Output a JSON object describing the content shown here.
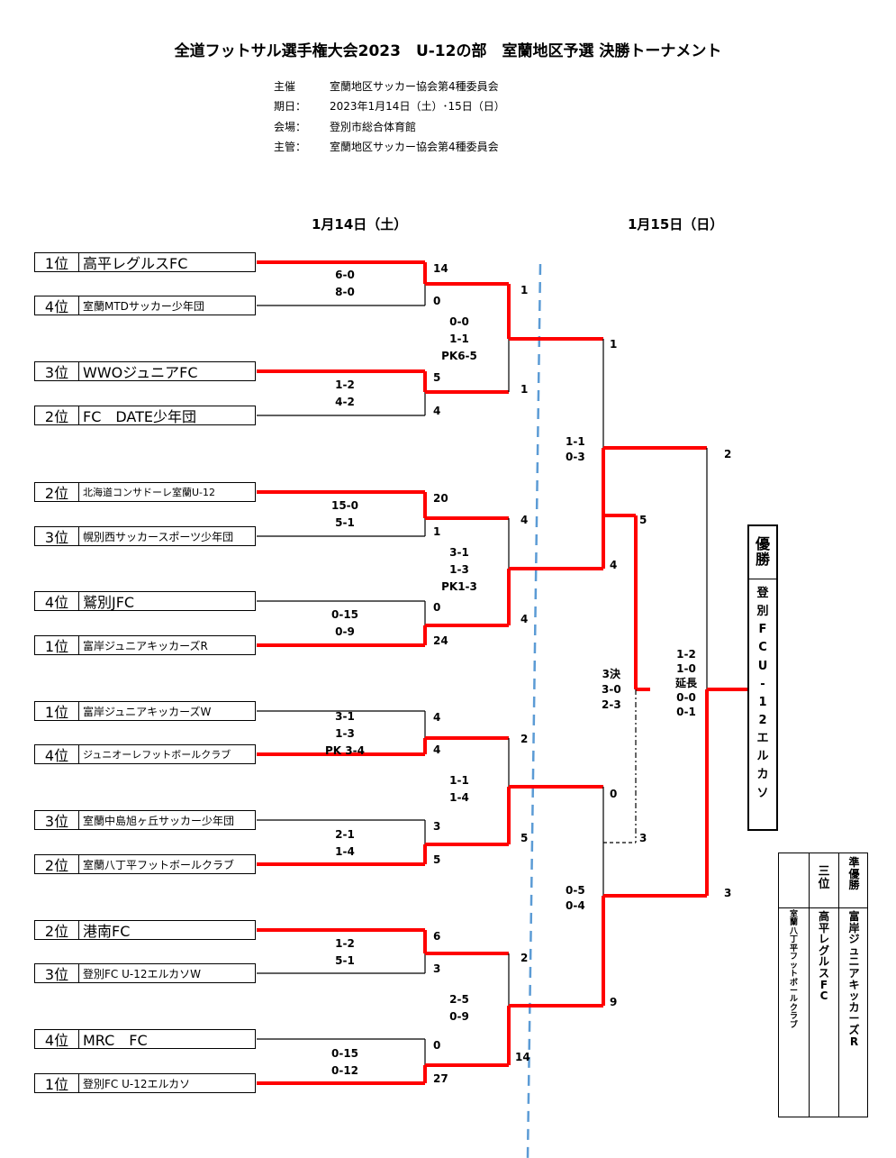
{
  "title": "全道フットサル選手権大会2023　U-12の部　室蘭地区予選 決勝トーナメント",
  "info": [
    {
      "k": "主催",
      "v": "室蘭地区サッカー協会第4種委員会"
    },
    {
      "k": "期日：",
      "v": "2023年1月14日（土）･15日（日）"
    },
    {
      "k": "会場：",
      "v": "登別市総合体育館"
    },
    {
      "k": "主管：",
      "v": "室蘭地区サッカー協会第4種委員会"
    }
  ],
  "days": {
    "day1": "1月14日（土）",
    "day2": "1月15日（日）"
  },
  "teams": [
    {
      "rank": "1位",
      "name": "高平レグルスFC"
    },
    {
      "rank": "4位",
      "name": "室蘭MTDサッカー少年団"
    },
    {
      "rank": "3位",
      "name": "WWOジュニアFC"
    },
    {
      "rank": "2位",
      "name": "FC　DATE少年団"
    },
    {
      "rank": "2位",
      "name": "北海道コンサドーレ室蘭U-12"
    },
    {
      "rank": "3位",
      "name": "幌別西サッカースポーツ少年団"
    },
    {
      "rank": "4位",
      "name": "鷲別JFC"
    },
    {
      "rank": "1位",
      "name": "富岸ジュニアキッカーズR"
    },
    {
      "rank": "1位",
      "name": "富岸ジュニアキッカーズW"
    },
    {
      "rank": "4位",
      "name": "ジュニオーレフットボールクラブ"
    },
    {
      "rank": "3位",
      "name": "室蘭中島旭ヶ丘サッカー少年団"
    },
    {
      "rank": "2位",
      "name": "室蘭八丁平フットボールクラブ"
    },
    {
      "rank": "2位",
      "name": "港南FC"
    },
    {
      "rank": "3位",
      "name": "登別FC U-12エルカソW"
    },
    {
      "rank": "4位",
      "name": "MRC　FC"
    },
    {
      "rank": "1位",
      "name": "登別FC U-12エルカソ"
    }
  ],
  "r1_scores": [
    "14",
    "0",
    "5",
    "4",
    "20",
    "1",
    "0",
    "24",
    "4",
    "4",
    "3",
    "5",
    "6",
    "3",
    "0",
    "27"
  ],
  "r1_halves": [
    "6-0\n8-0",
    "1-2\n4-2",
    "15-0\n5-1",
    "0-15\n0-9",
    "3-1\n1-3\nPK 3-4",
    "2-1\n1-4",
    "1-2\n5-1",
    "0-15\n0-12"
  ],
  "r2_scores": [
    "1",
    "1",
    "4",
    "4",
    "2",
    "5",
    "2",
    "14"
  ],
  "r2_halves": [
    "0-0\n1-1\nPK6-5",
    "3-1\n1-3\nPK1-3",
    "1-1\n1-4",
    "2-5\n0-9"
  ],
  "sf_scores": [
    "1",
    "4",
    "0",
    "9"
  ],
  "sf_halves": [
    "1-1\n0-3",
    "0-5\n0-4"
  ],
  "final_scores": [
    "2",
    "3"
  ],
  "final_halves": "1-2\n1-0\n延長\n0-0\n0-1",
  "third": {
    "halves": "3決\n3-0\n2-3",
    "top": "5",
    "bottom": "3"
  },
  "champion": {
    "label": "優勝",
    "name": "登別FC　U-12エルカソ"
  },
  "results": {
    "runner_label": "準優勝",
    "runner_name": "富岸ジュニアキッカーズR",
    "third_label": "三位",
    "third_names": [
      "高平レグルスFC",
      "室蘭八丁平フットボールクラブ"
    ]
  },
  "colors": {
    "winner": "#ff0000",
    "line": "#000000",
    "divider": "#5b9bd5"
  }
}
